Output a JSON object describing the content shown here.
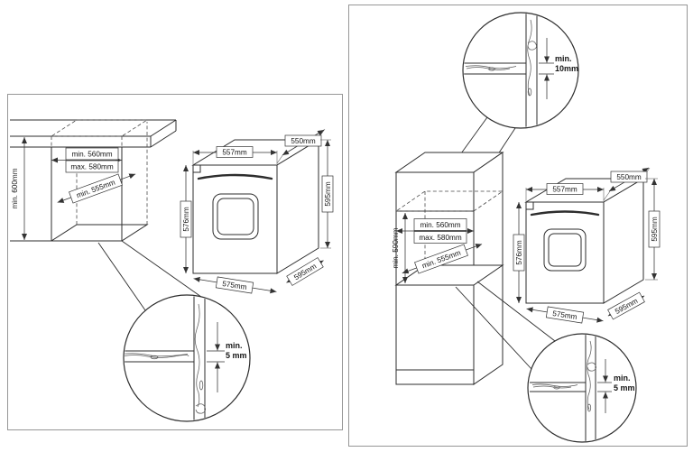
{
  "left_panel": {
    "niche": {
      "width_min": "min. 560mm",
      "width_max": "max. 580mm",
      "depth_min": "min. 555mm",
      "height_min": "min. 600mm"
    },
    "oven": {
      "top_width": "557mm",
      "top_depth": "550mm",
      "front_height": "576mm",
      "back_height": "595mm",
      "bottom_width": "575mm",
      "bottom_depth": "595mm"
    },
    "detail_gap": {
      "line1": "min.",
      "line2": "5 mm"
    }
  },
  "right_panel": {
    "niche": {
      "width_min": "min. 560mm",
      "width_max": "max. 580mm",
      "depth_min": "min. 555mm",
      "height_min": "min. 590mm"
    },
    "oven": {
      "top_width": "557mm",
      "top_depth": "550mm",
      "front_height": "576mm",
      "back_height": "595mm",
      "bottom_width": "575mm",
      "bottom_depth": "595mm"
    },
    "detail_gap_top": {
      "line1": "min.",
      "line2": "10mm"
    },
    "detail_gap_bottom": {
      "line1": "min.",
      "line2": "5 mm"
    }
  }
}
